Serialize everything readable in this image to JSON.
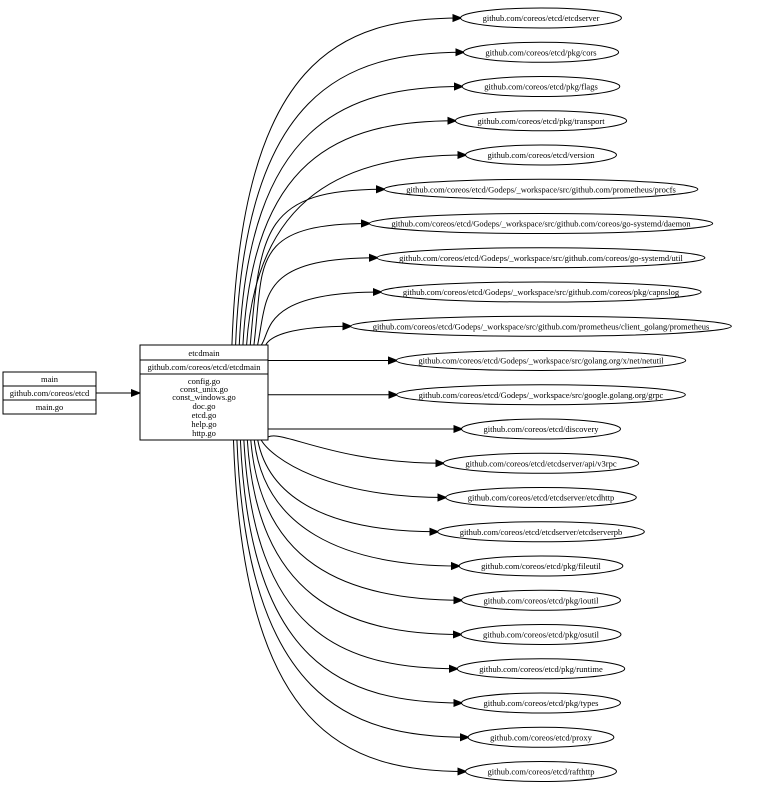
{
  "main_node": {
    "name": "main",
    "path": "github.com/coreos/etcd",
    "files": [
      "main.go"
    ]
  },
  "etcdmain_node": {
    "name": "etcdmain",
    "path": "github.com/coreos/etcd/etcdmain",
    "files": [
      "config.go",
      "const_unix.go",
      "const_windows.go",
      "doc.go",
      "etcd.go",
      "help.go",
      "http.go"
    ]
  },
  "dependencies": [
    "github.com/coreos/etcd/etcdserver",
    "github.com/coreos/etcd/pkg/cors",
    "github.com/coreos/etcd/pkg/flags",
    "github.com/coreos/etcd/pkg/transport",
    "github.com/coreos/etcd/version",
    "github.com/coreos/etcd/Godeps/_workspace/src/github.com/prometheus/procfs",
    "github.com/coreos/etcd/Godeps/_workspace/src/github.com/coreos/go-systemd/daemon",
    "github.com/coreos/etcd/Godeps/_workspace/src/github.com/coreos/go-systemd/util",
    "github.com/coreos/etcd/Godeps/_workspace/src/github.com/coreos/pkg/capnslog",
    "github.com/coreos/etcd/Godeps/_workspace/src/github.com/prometheus/client_golang/prometheus",
    "github.com/coreos/etcd/Godeps/_workspace/src/golang.org/x/net/netutil",
    "github.com/coreos/etcd/Godeps/_workspace/src/google.golang.org/grpc",
    "github.com/coreos/etcd/discovery",
    "github.com/coreos/etcd/etcdserver/api/v3rpc",
    "github.com/coreos/etcd/etcdserver/etcdhttp",
    "github.com/coreos/etcd/etcdserver/etcdserverpb",
    "github.com/coreos/etcd/pkg/fileutil",
    "github.com/coreos/etcd/pkg/ioutil",
    "github.com/coreos/etcd/pkg/osutil",
    "github.com/coreos/etcd/pkg/runtime",
    "github.com/coreos/etcd/pkg/types",
    "github.com/coreos/etcd/proxy",
    "github.com/coreos/etcd/rafthttp"
  ]
}
